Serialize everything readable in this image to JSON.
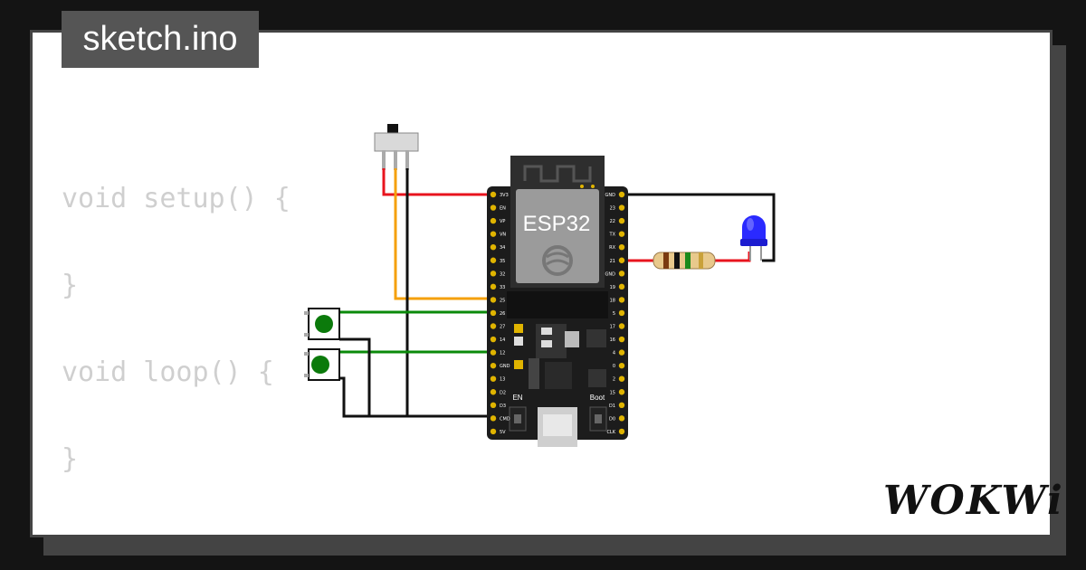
{
  "file_tab": {
    "label": "sketch.ino"
  },
  "code_lines": [
    "void setup() {",
    "}",
    "void loop() {",
    "}"
  ],
  "board": {
    "title": "ESP32",
    "left_pins": [
      "3V3",
      "EN",
      "VP",
      "VN",
      "34",
      "35",
      "32",
      "33",
      "25",
      "26",
      "27",
      "14",
      "12",
      "GND",
      "13",
      "D2",
      "D3",
      "CMD",
      "5V"
    ],
    "right_pins": [
      "GND",
      "23",
      "22",
      "TX",
      "RX",
      "21",
      "GND",
      "19",
      "18",
      "5",
      "17",
      "16",
      "4",
      "0",
      "2",
      "15",
      "D1",
      "D0",
      "CLK"
    ],
    "en_label": "EN",
    "boot_label": "Boot"
  },
  "brand": {
    "logo": "WOKWi"
  },
  "colors": {
    "wire_red": "#e8141e",
    "wire_black": "#111111",
    "wire_green": "#0a8a0a",
    "wire_orange": "#f5a00a",
    "led_blue": "#2a2aff",
    "button_green": "#0b7a0b",
    "board_black": "#1c1c1c",
    "pin_gold": "#e0b400"
  }
}
